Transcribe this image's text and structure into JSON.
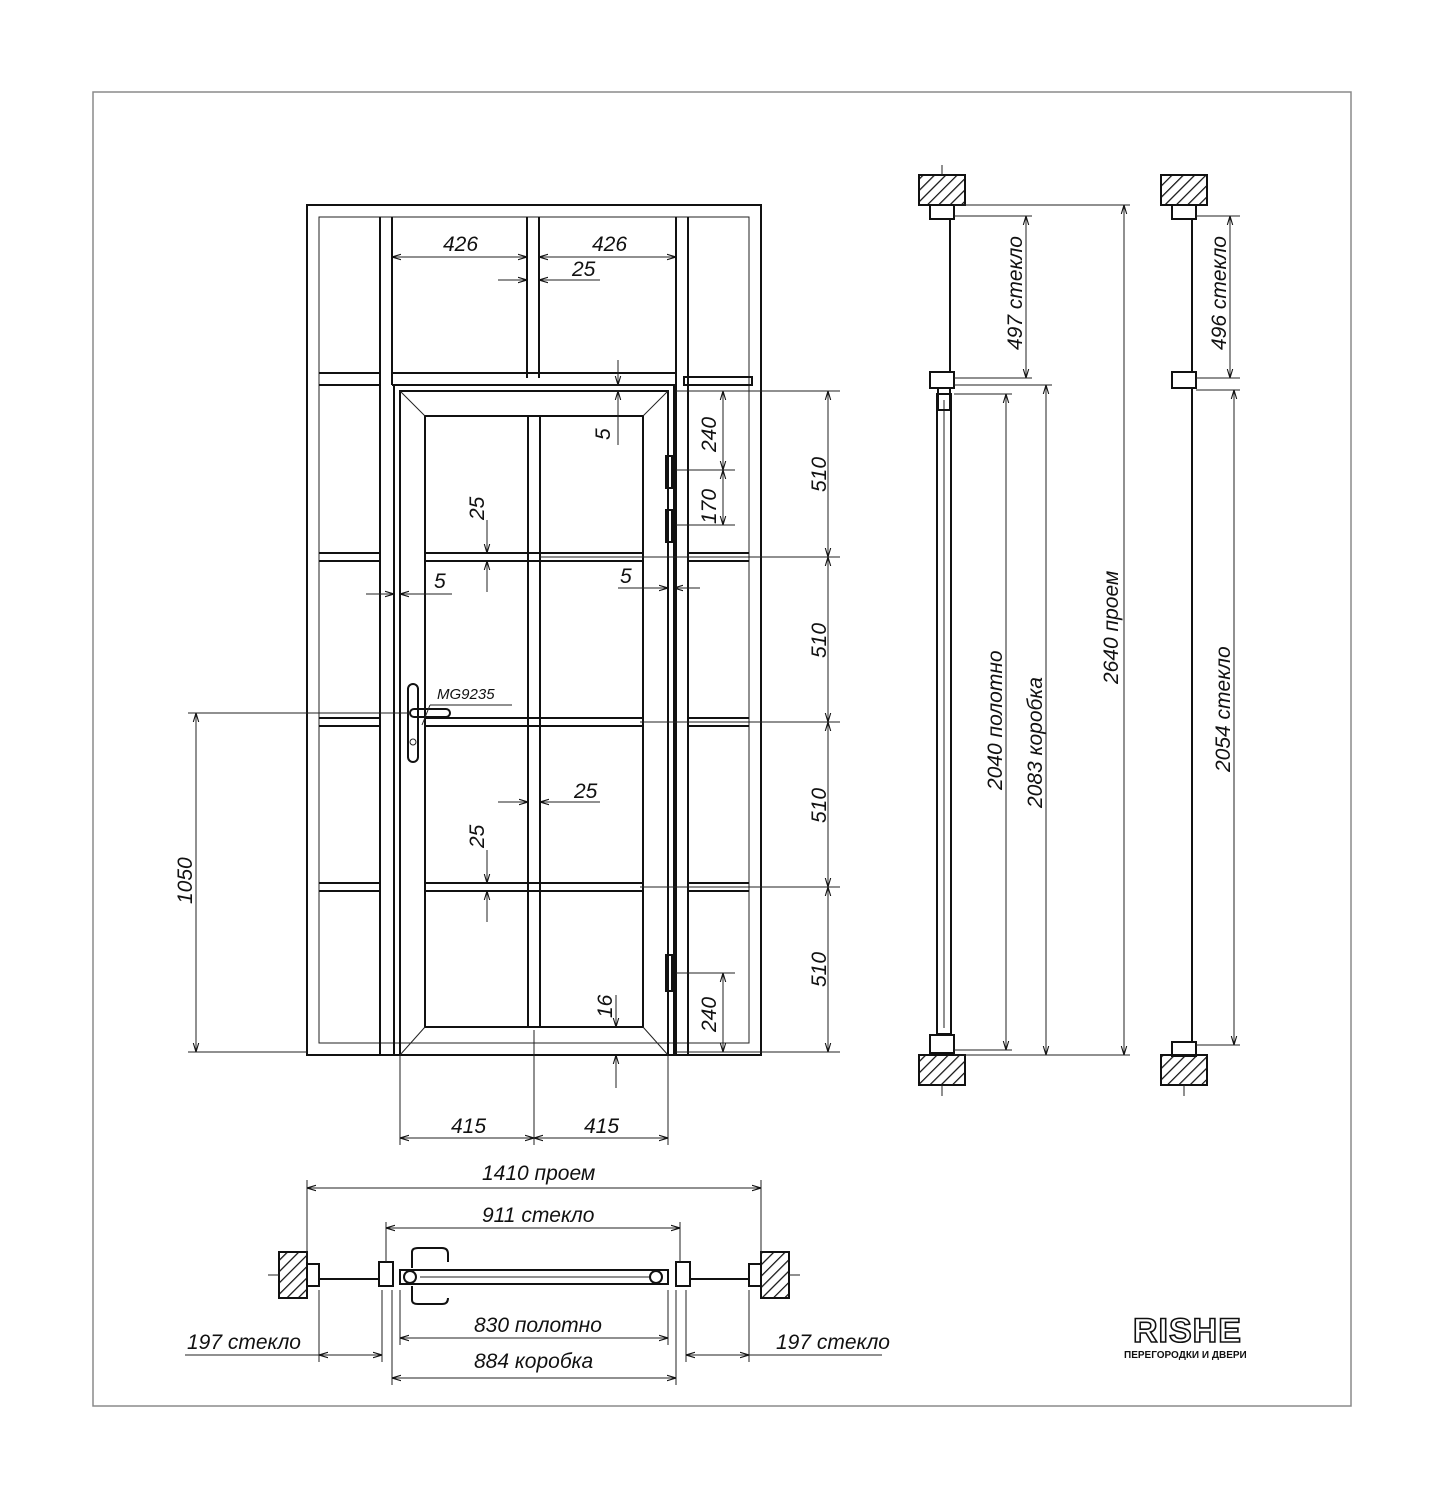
{
  "front_view": {
    "dims": {
      "top_left_width": "426",
      "top_right_width": "426",
      "top_mullion": "25",
      "gap_top": "5",
      "hinge_top_offset": "240",
      "hinge_spacing": "170",
      "row_1": "510",
      "row_2": "510",
      "row_3": "510",
      "row_4": "510",
      "door_bar_1": "25",
      "gap_left": "5",
      "gap_right": "5",
      "handle_model": "MG9235",
      "door_mullion": "25",
      "door_bar_2": "25",
      "handle_height": "1050",
      "bottom_rail": "16",
      "hinge_bottom_offset": "240",
      "leaf_left": "415",
      "leaf_right": "415"
    }
  },
  "plan_view": {
    "dims": {
      "opening": "1410 проем",
      "glass_total": "911 стекло",
      "leaf": "830 полотно",
      "frame_box": "884 коробка",
      "side_glass_left": "197 стекло",
      "side_glass_right": "197 стекло"
    }
  },
  "section_door": {
    "dims": {
      "transom_glass": "497 стекло",
      "leaf": "2040 полотно",
      "frame_box": "2083 коробка",
      "opening": "2640 проем"
    }
  },
  "section_side": {
    "dims": {
      "transom_glass": "496 стекло",
      "side_glass": "2054 стекло"
    }
  },
  "logo": {
    "name": "RISHE",
    "tagline": "ПЕРЕГОРОДКИ И ДВЕРИ"
  }
}
